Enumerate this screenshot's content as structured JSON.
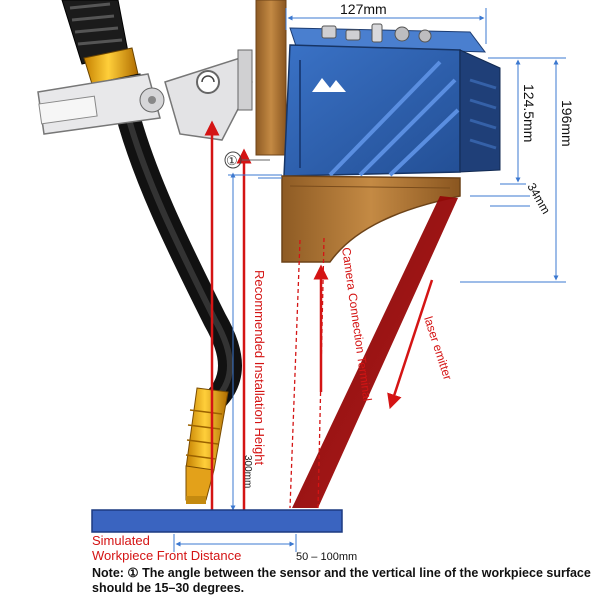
{
  "dimensions": {
    "width": "127mm",
    "height_body": "124.5mm",
    "height_total": "196mm",
    "height_bracket": "34mm",
    "installation_height": "300mm",
    "front_distance": "50 – 100mm"
  },
  "labels": {
    "marker_angle": "①",
    "recommended_height": "Recommended Installation Height",
    "camera_terminal": "Camera Connection Terminal",
    "laser_emitter": "laser emitter",
    "workpiece_line1": "Simulated",
    "workpiece_line2": "Workpiece Front Distance"
  },
  "note": "Note: ① The angle between the sensor and the vertical line of the workpiece surface should be 15–30 degrees.",
  "colors": {
    "sensor_blue": "#2f63b5",
    "bracket_bronze": "#b07a3a",
    "red": "#d41414",
    "dim_blue": "#5a8fd6",
    "workpiece": "#3a64c0"
  }
}
